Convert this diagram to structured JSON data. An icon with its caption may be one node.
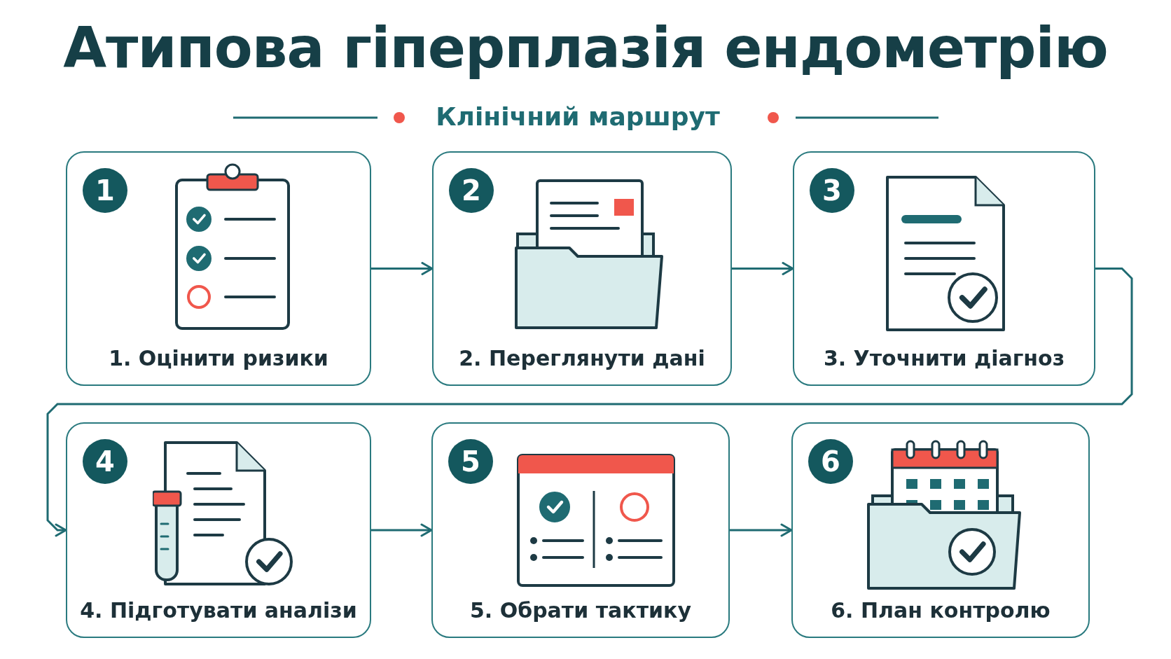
{
  "diagram": {
    "title": "Атипова гіперплазія ендометрію",
    "nodes": [
      {
        "text": [
          "1",
          "1. Оцінити ризики"
        ]
      },
      {
        "text": [
          "2",
          "2. Переглянути дані"
        ]
      },
      {
        "text": [
          "3",
          "3. Уточнити діагноз"
        ]
      },
      {
        "text": [
          "4",
          "4. Підготувати аналізи"
        ]
      },
      {
        "text": [
          "5",
          "5. Обрати тактику"
        ]
      },
      {
        "text": [
          "6",
          "6. План контролю"
        ]
      }
    ],
    "edges": [
      {
        "from": 0,
        "to": 1,
        "arrow": "to"
      },
      {
        "from": 1,
        "to": 2,
        "arrow": "to"
      },
      {
        "from": 2,
        "to": 3,
        "arrow": "to"
      },
      {
        "from": 3,
        "to": 4,
        "arrow": "to"
      },
      {
        "from": 4,
        "to": 5,
        "arrow": "to"
      }
    ],
    "labels": [
      "Клінічний маршрут"
    ]
  }
}
